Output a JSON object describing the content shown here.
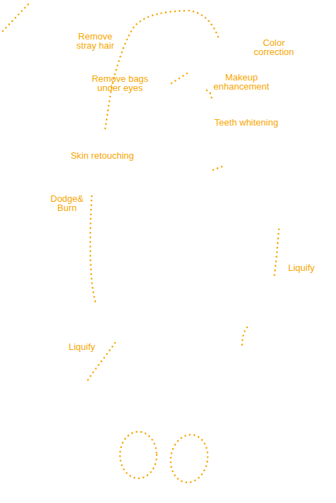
{
  "diagram": {
    "labels": [
      "Remove stray hair",
      "Color correction",
      "Remove bags under eyes",
      "Makeup enhancement",
      "Teeth whitening",
      "Skin retouching",
      "Dodge& Burn",
      "Liquify",
      "Liquify"
    ]
  }
}
